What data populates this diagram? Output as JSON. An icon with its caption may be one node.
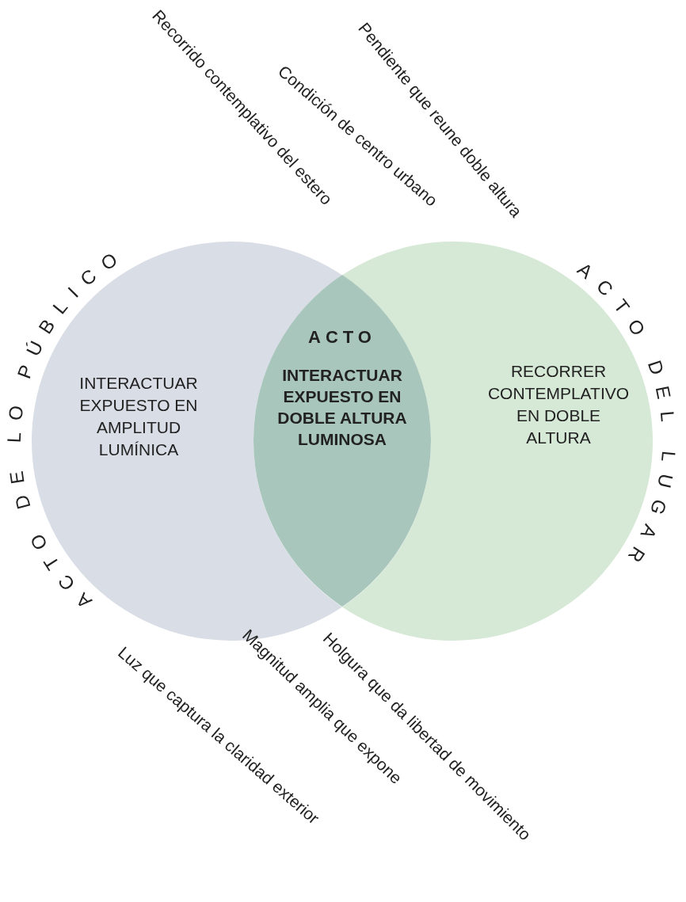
{
  "diagram": {
    "nodes": [
      {
        "text": [
          "INTERACTUAR EXPUESTO EN AMPLITUD LUMÍNICA"
        ]
      },
      {
        "text": [
          "RECORRER CONTEMPLATIVO EN DOBLE ALTURA"
        ]
      },
      {
        "text": [
          "ACTO",
          "INTERACTUAR EXPUESTO EN DOBLE ALTURA LUMINOSA"
        ]
      }
    ],
    "edges": [],
    "labels": [
      "Recorrido contemplativo del estero",
      "Condición de centro urbano",
      "Pendiente que reune doble altura",
      "ACTO DE LO PÚBLICO",
      "ACTO DEL LUGAR",
      "Luz que captura la claridad exterior",
      "Magnitud amplia que expone",
      "Holgura que da libertad de movimiento"
    ]
  }
}
